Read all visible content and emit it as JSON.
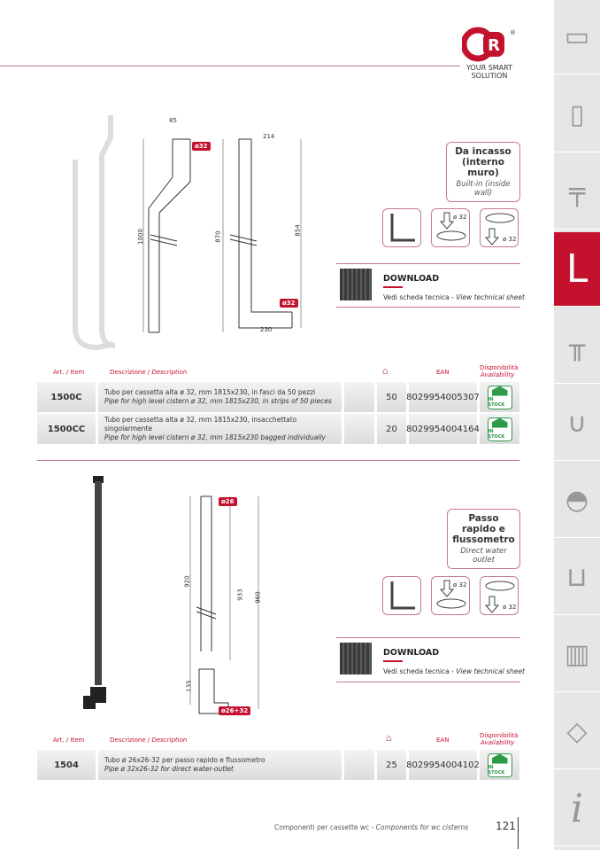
{
  "brand": {
    "logo": "CR",
    "tagline_1": "YOUR SMART",
    "tagline_2": "SOLUTION"
  },
  "sidebar": {
    "icons": [
      "cistern-icon",
      "flush-plate-icon",
      "fill-valve-icon",
      "pipe-icon",
      "flush-valve-icon",
      "siphon-icon",
      "toilet-seat-icon",
      "sink-icon",
      "cabinet-icon",
      "shower-box-icon",
      "info-icon"
    ],
    "active_label": "L",
    "info_label": "i"
  },
  "sections": [
    {
      "category_it": "Da incasso (interno muro)",
      "category_en": "Built-in (inside wall)",
      "icon_labels": [
        "ø 32",
        "ø 32"
      ],
      "download_title": "DOWNLOAD",
      "download_sub_it": "Vedi scheda tecnica - ",
      "download_sub_en": "View technical sheet",
      "dims": {
        "top_width": "85",
        "diam_top": "ø32",
        "height_left": "1000",
        "height_mid": "870",
        "width_right": "214",
        "height_right": "854",
        "diam_bottom": "ø32",
        "base_width": "230"
      },
      "headers": {
        "item": "Art. / Item",
        "desc_it": "Descrizione / ",
        "desc_en": "Description",
        "ean": "EAN",
        "avail_it": "Disponibilità",
        "avail_en": "Availability"
      },
      "rows": [
        {
          "code": "1500C",
          "desc_it": "Tubo per cassetta alta ø 32, mm 1815x230, in fasci da 50 pezzi",
          "desc_en": "Pipe for high level cistern ø 32, mm 1815x230, in strips of 50 pieces",
          "qty": "50",
          "ean": "8029954005307",
          "stock": "IN STOCK"
        },
        {
          "code": "1500CC",
          "desc_it": "Tubo per cassetta alta ø 32, mm 1815x230, insacchettato singolarmente",
          "desc_en": "Pipe for high level cistern ø 32, mm 1815x230 bagged individually",
          "qty": "20",
          "ean": "8029954004164",
          "stock": "IN STOCK"
        }
      ]
    },
    {
      "category_it": "Passo rapido e flussometro",
      "category_en": "Direct water outlet",
      "icon_labels": [
        "ø 32",
        "ø 32"
      ],
      "download_title": "DOWNLOAD",
      "download_sub_it": "Vedi scheda tecnica - ",
      "download_sub_en": "View technical sheet",
      "dims": {
        "diam_top": "ø26",
        "h1": "920",
        "h2": "933",
        "h3": "960",
        "h4": "135",
        "diam_bottom": "ø26÷32"
      },
      "headers": {
        "item": "Art. / Item",
        "desc_it": "Descrizione / ",
        "desc_en": "Description",
        "ean": "EAN",
        "avail_it": "Disponibilità",
        "avail_en": "Availability"
      },
      "rows": [
        {
          "code": "1504",
          "desc_it": "Tubo ø 26x26-32 per passo rapido e flussometro",
          "desc_en": "Pipe ø 32x26-32 for direct water-outlet",
          "qty": "25",
          "ean": "8029954004102",
          "stock": "IN STOCK"
        }
      ]
    }
  ],
  "footer": {
    "text_it": "Componenti per cassette wc - ",
    "text_en": "Components for wc cisterns",
    "page": "121"
  }
}
